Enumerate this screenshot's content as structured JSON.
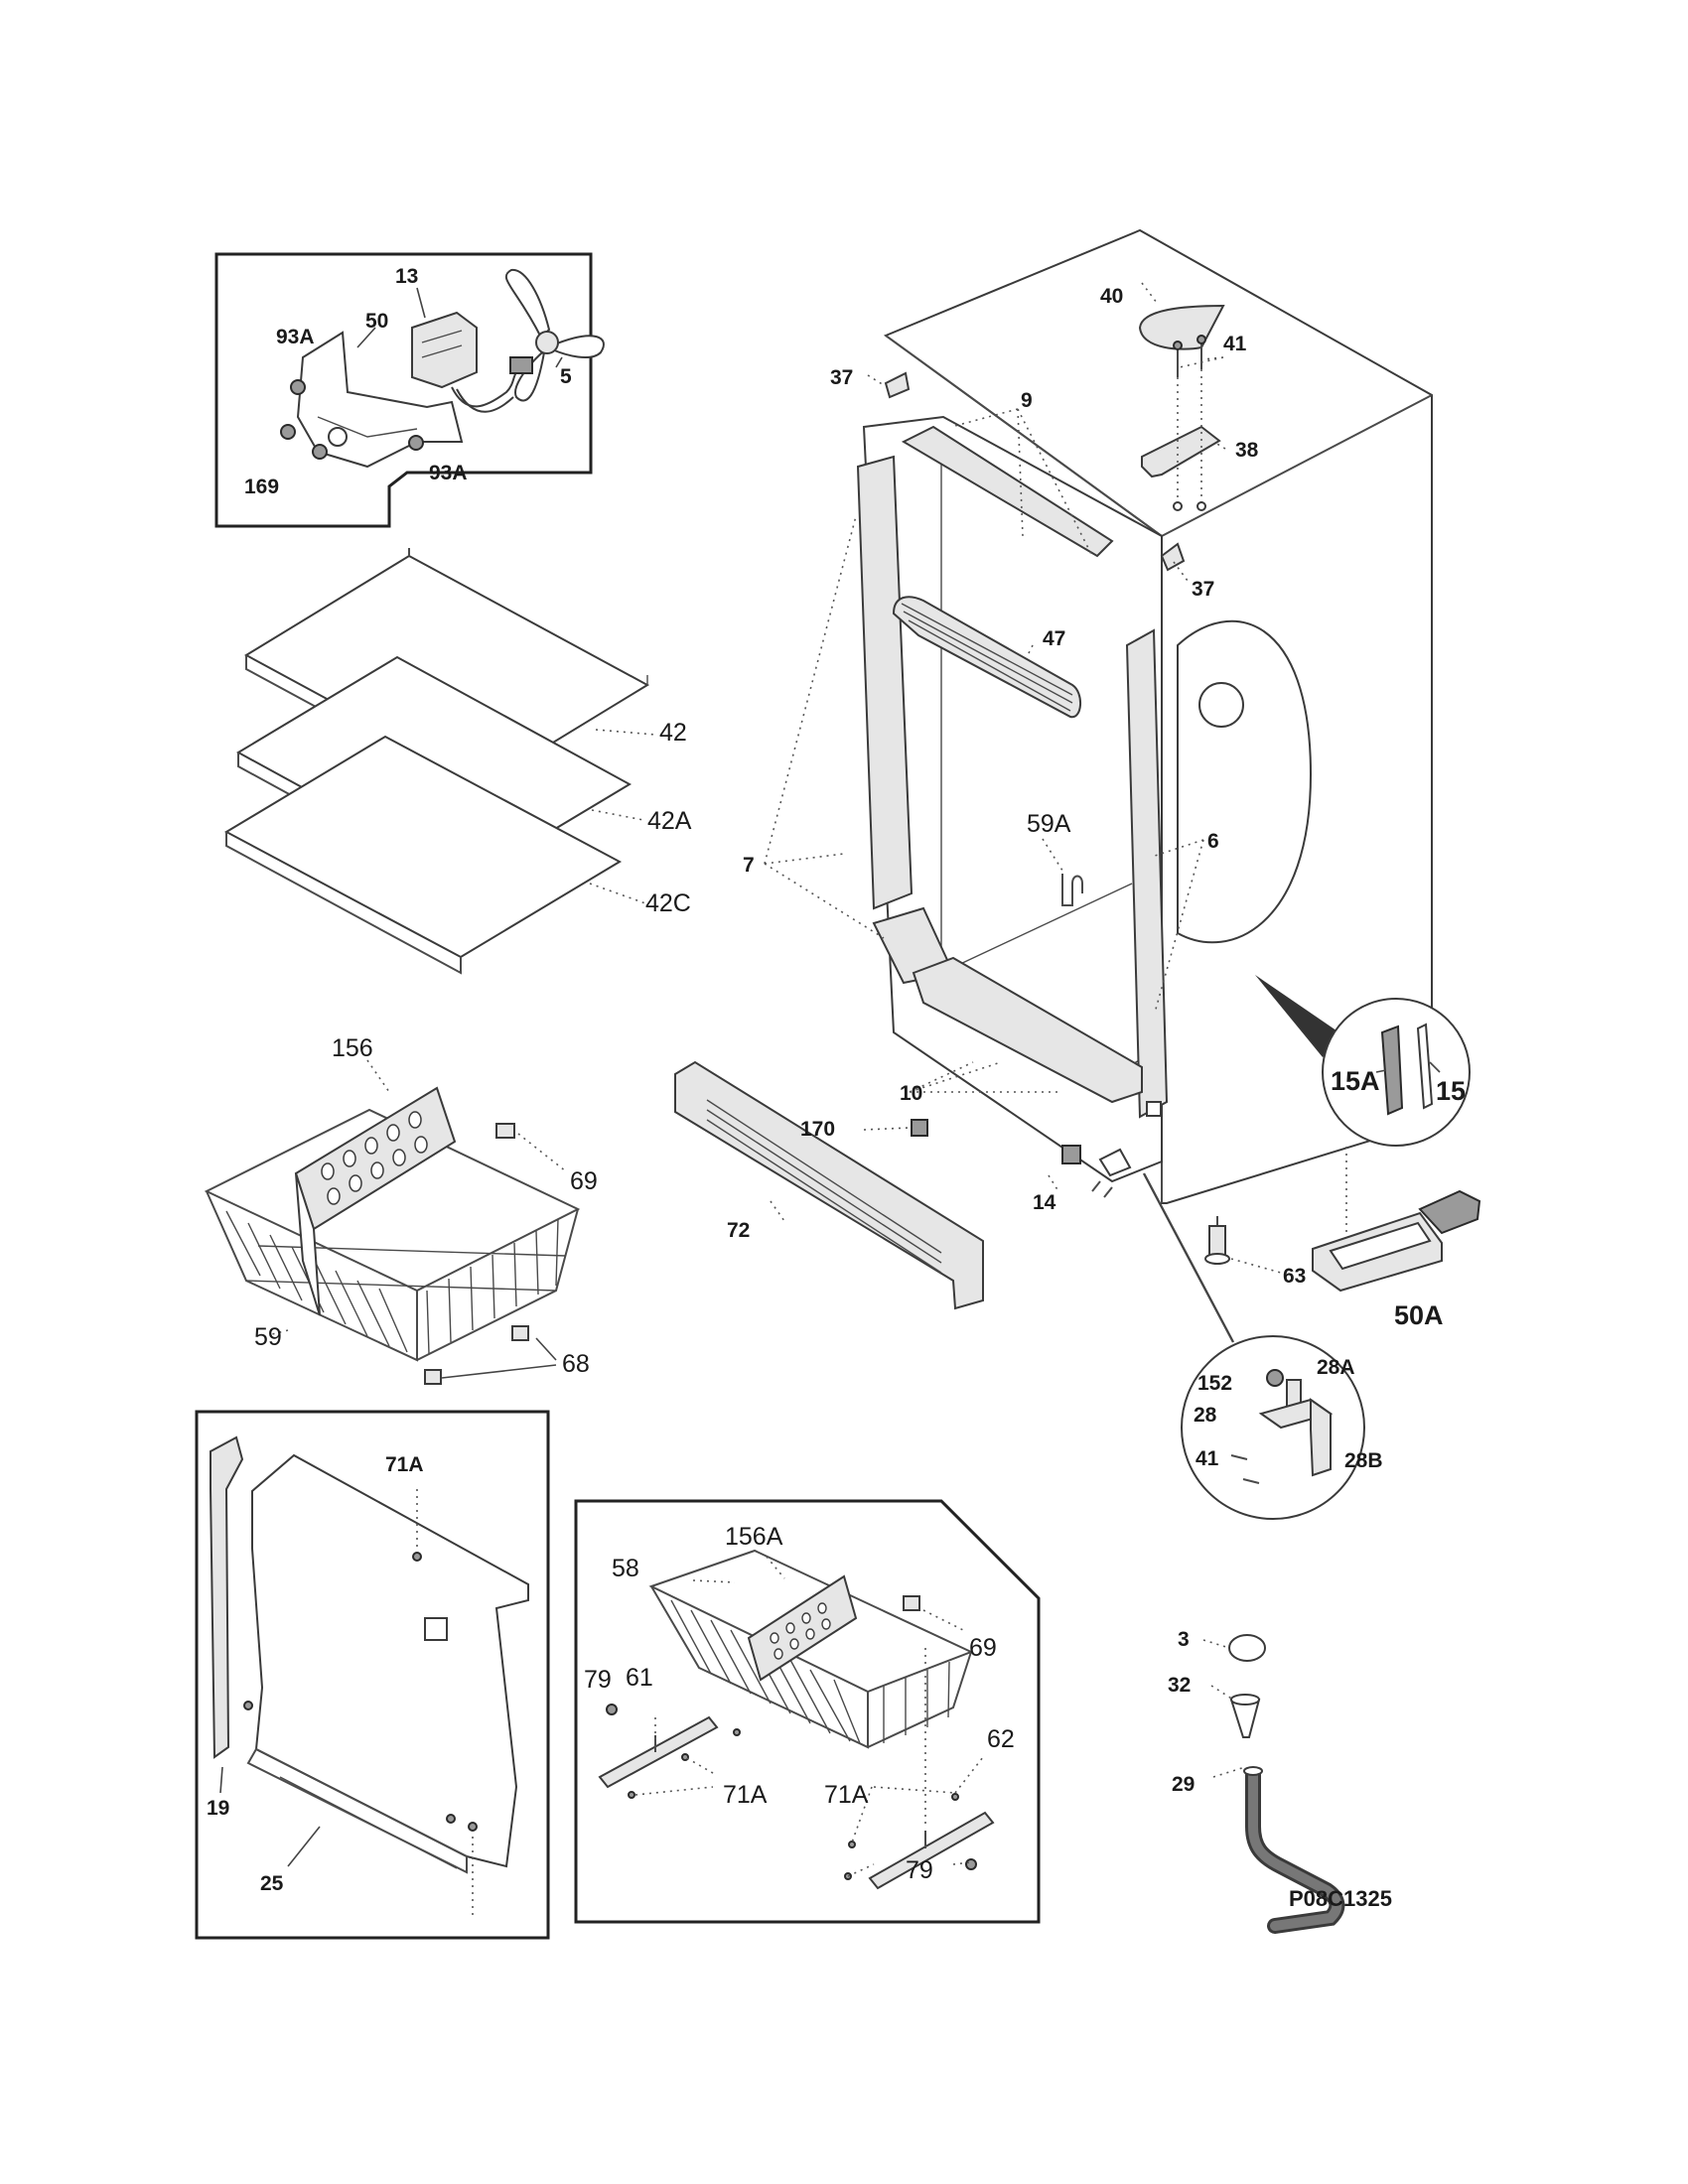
{
  "drawing_code": "P08C1325",
  "labels": {
    "fan_motor_kit": [
      "13",
      "50",
      "93A",
      "5",
      "169",
      "93A"
    ],
    "shelves": [
      "42",
      "42A",
      "42C"
    ],
    "basket": [
      "156",
      "69",
      "59",
      "68"
    ],
    "cabinet": [
      "37",
      "40",
      "41",
      "9",
      "38",
      "37",
      "47",
      "59A",
      "7",
      "6",
      "10",
      "170",
      "72",
      "14",
      "63"
    ],
    "callout_15": [
      "15A",
      "15"
    ],
    "item_50A": "50A",
    "hinge_callout": [
      "152",
      "28A",
      "28",
      "41",
      "28B"
    ],
    "liner_panel": [
      "71A",
      "19",
      "25"
    ],
    "slide_basket": [
      "156A",
      "58",
      "69",
      "79",
      "61",
      "71A",
      "71A",
      "62",
      "79"
    ],
    "leveler": [
      "3",
      "32",
      "29"
    ]
  }
}
